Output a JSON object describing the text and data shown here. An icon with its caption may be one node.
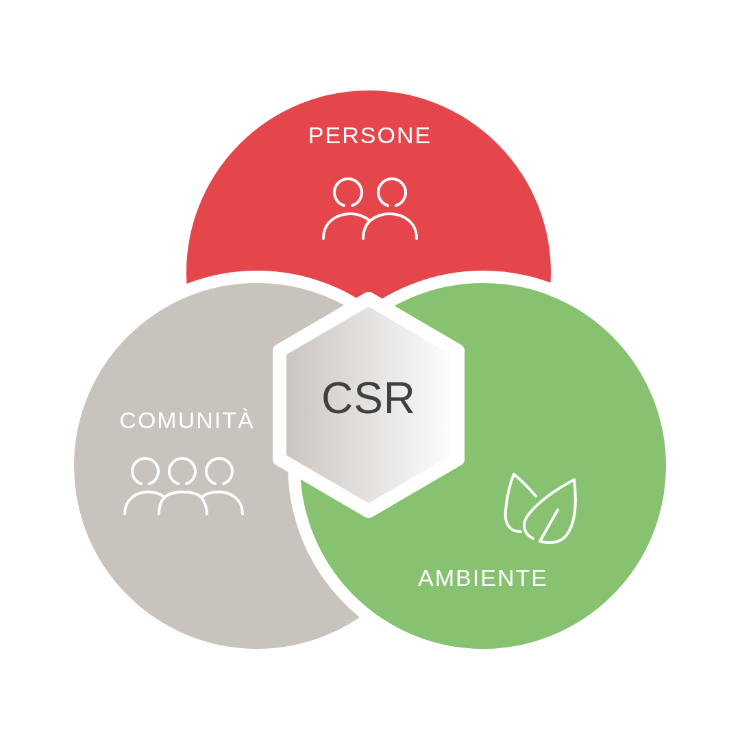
{
  "diagram": {
    "nodes": [
      {
        "text": [
          "PERSONE"
        ]
      },
      {
        "text": [
          "COMUNITÀ"
        ]
      },
      {
        "text": [
          "AMBIENTE"
        ]
      },
      {
        "text": [
          "CSR"
        ]
      }
    ]
  }
}
